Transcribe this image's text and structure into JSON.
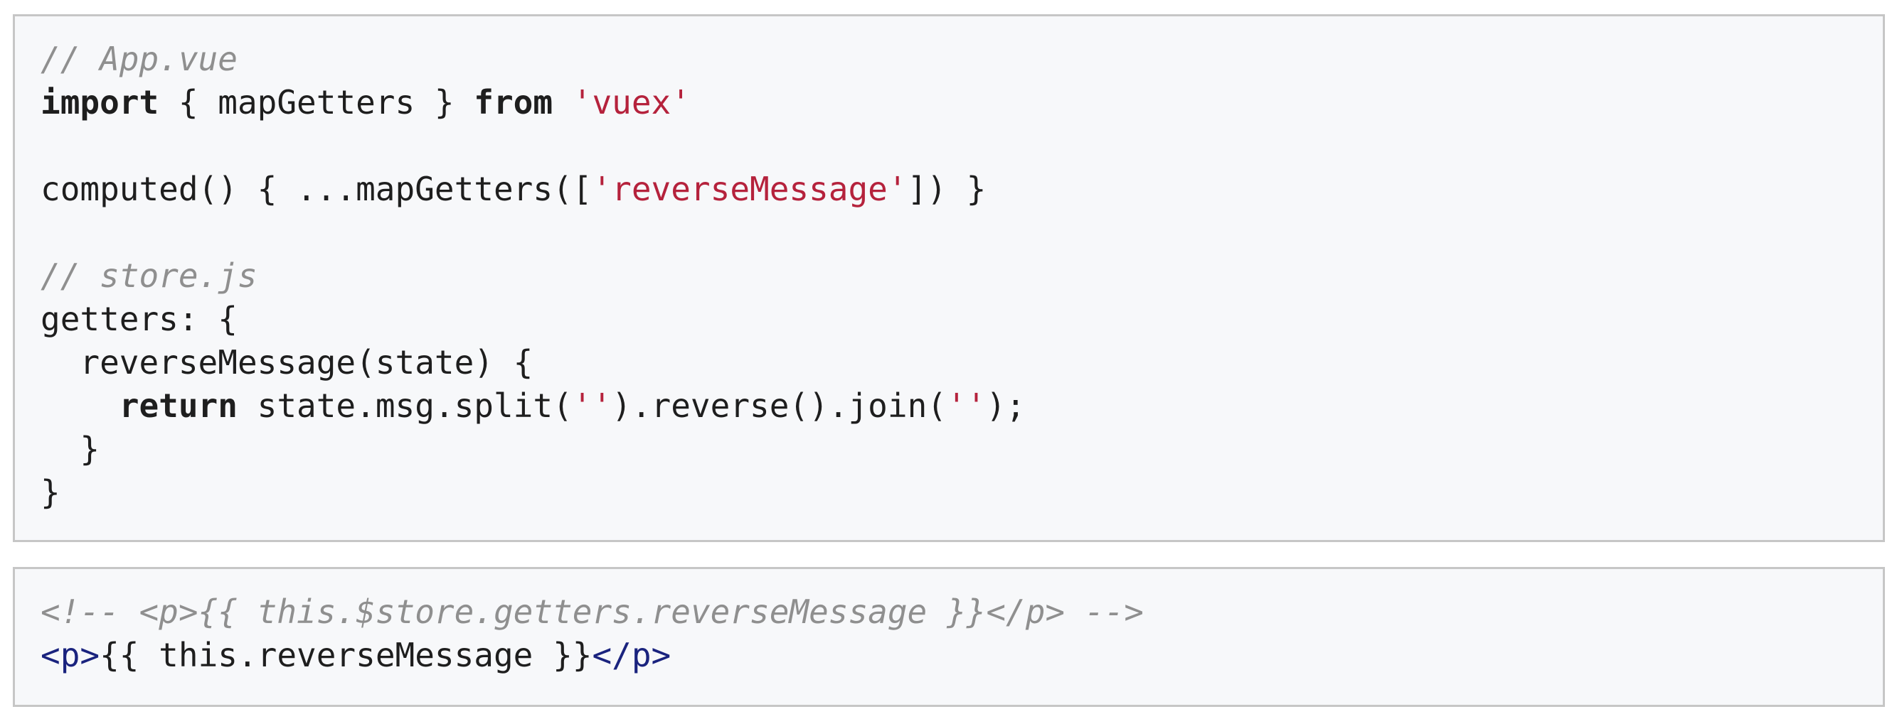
{
  "block1": {
    "comment_app": "// App.vue",
    "import_kw": "import",
    "import_mid": " { mapGetters } ",
    "from_kw": "from",
    "import_sp": " ",
    "vuex_str": "'vuex'",
    "computed_pre": "computed() { ...mapGetters([",
    "computed_str": "'reverseMessage'",
    "computed_post": "]) }",
    "comment_store": "// store.js",
    "getters_line": "getters: {",
    "method_line": "  reverseMessage(state) {",
    "return_indent": "    ",
    "return_kw": "return",
    "return_a": " state.msg.split(",
    "return_str1": "''",
    "return_b": ").reverse().join(",
    "return_str2": "''",
    "return_c": ");",
    "close_inner": "  }",
    "close_outer": "}"
  },
  "block2": {
    "comment_line": "<!-- <p>{{ this.$store.getters.reverseMessage }}</p> -->",
    "p_open": "<p>",
    "p_content": "{{ this.reverseMessage }}",
    "p_close": "</p>"
  },
  "colors": {
    "background": "#f7f8fa",
    "border": "#c6c6c6",
    "text": "#1e1e1e",
    "comment": "#8f8f8f",
    "string": "#b5223c",
    "tag": "#1a237e"
  }
}
